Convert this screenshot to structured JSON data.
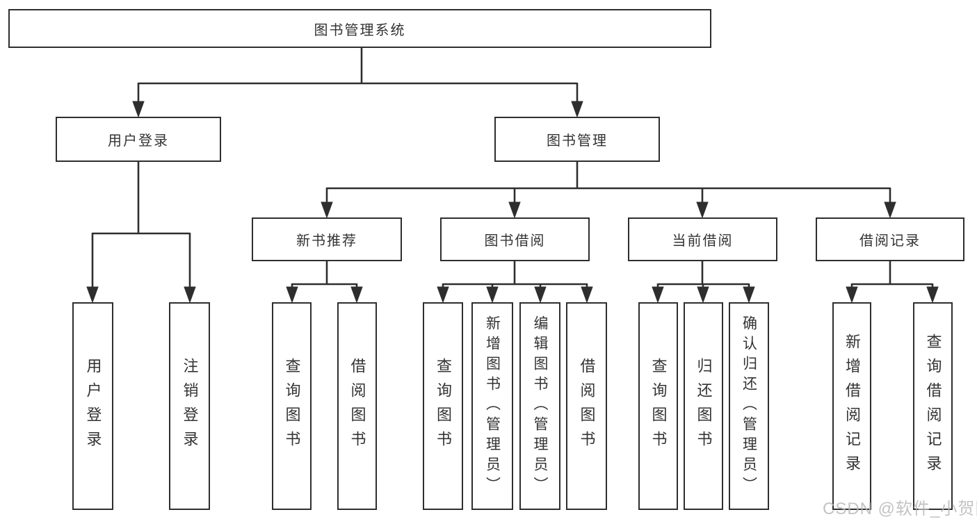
{
  "diagram": {
    "root": {
      "label": "图书管理系统"
    },
    "children": [
      {
        "label": "用户登录",
        "children": [
          {
            "label": "用户登录"
          },
          {
            "label": "注销登录"
          }
        ]
      },
      {
        "label": "图书管理",
        "children": [
          {
            "label": "新书推荐",
            "children": [
              {
                "label": "查询图书"
              },
              {
                "label": "借阅图书"
              }
            ]
          },
          {
            "label": "图书借阅",
            "children": [
              {
                "label": "查询图书"
              },
              {
                "label": "新增图书（管理员）"
              },
              {
                "label": "编辑图书（管理员）"
              },
              {
                "label": "借阅图书"
              }
            ]
          },
          {
            "label": "当前借阅",
            "children": [
              {
                "label": "查询图书"
              },
              {
                "label": "归还图书"
              },
              {
                "label": "确认归还（管理员）"
              }
            ]
          },
          {
            "label": "借阅记录",
            "children": [
              {
                "label": "新增借阅记录"
              },
              {
                "label": "查询借阅记录"
              }
            ]
          }
        ]
      }
    ]
  },
  "watermark": {
    "text": "CSDN @软件_小贺同学"
  },
  "colors": {
    "line": "#2e2e2e",
    "box_border": "#2e2e2e",
    "box_background": "#ffffff",
    "text": "#333333",
    "watermark": "#b9b9b9",
    "page_background": "#ffffff"
  }
}
